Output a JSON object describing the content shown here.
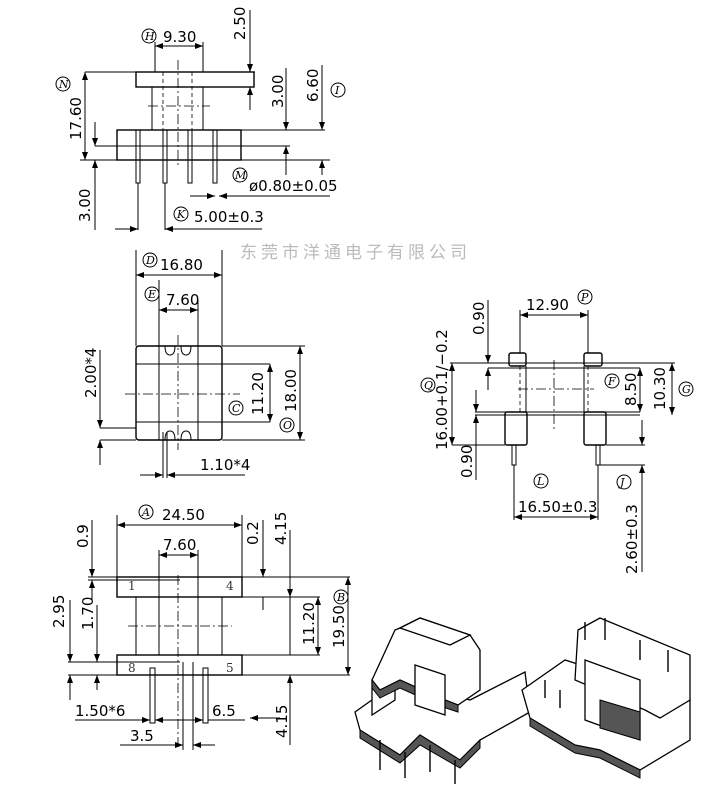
{
  "watermark": "东莞市洋通电子有限公司",
  "top_view": {
    "dims": {
      "width_top": "9.30",
      "flange_top": "2.50",
      "depth": "3.00",
      "height_total": "6.60",
      "overall": "17.60",
      "pin_length": "3.00",
      "pin_diameter": "ø0.80±0.05",
      "pin_pitch": "5.00±0.3"
    },
    "tags": {
      "width_top": "H",
      "height_total": "I",
      "overall": "N",
      "pin_diameter": "M",
      "pin_pitch": "K"
    }
  },
  "side_view": {
    "dims": {
      "width": "16.80",
      "core": "7.60",
      "slot": "2.00*4",
      "inner": "11.20",
      "outer": "18.00",
      "notch": "1.10*4"
    },
    "tags": {
      "width": "D",
      "core": "E",
      "inner": "C",
      "outer": "O"
    }
  },
  "end_view": {
    "dims": {
      "top_width": "12.90",
      "top_flange": "0.90",
      "height": "16.00+0.1/−0.2",
      "window": "8.50",
      "overall": "10.30",
      "bottom_flange": "0.90",
      "pin_span": "16.50±0.3",
      "pin_length": "2.60±0.3"
    },
    "tags": {
      "top_width": "P",
      "height": "Q",
      "window": "F",
      "overall": "G",
      "pin_span": "L",
      "pin_length": "J"
    }
  },
  "bottom_view": {
    "dims": {
      "length": "24.50",
      "core": "7.60",
      "flange_offset": "0.9",
      "gap": "0.2",
      "top_margin": "4.15",
      "overall": "19.50",
      "window": "11.20",
      "edge": "2.95",
      "flange": "1.70",
      "pitch": "1.50*6",
      "pin_gap": "3.5",
      "center_gap": "6.5",
      "bottom_margin": "4.15"
    },
    "tags": {
      "length": "A",
      "overall": "B"
    },
    "pins": [
      "1",
      "4",
      "8",
      "5"
    ]
  }
}
